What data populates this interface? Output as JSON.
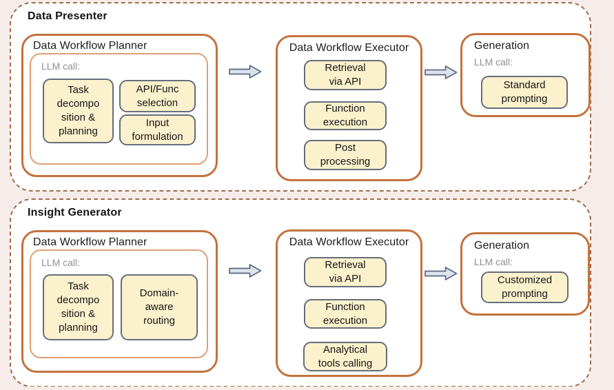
{
  "colors": {
    "page_background": "#f6ece9",
    "panel_background": "#ffffff",
    "dashed_border": "#a46b49",
    "outer_box_border": "#c4713b",
    "inner_box_border": "#dd9f73",
    "chip_background": "#fbf1cc",
    "chip_border": "#656d7a",
    "chip_text": "#161616",
    "arrow_fill": "#dce3ed",
    "arrow_stroke": "#5a6780",
    "muted_label": "#8f8f8f",
    "title_text": "#141414"
  },
  "sections": [
    {
      "title": "Data Presenter",
      "planner": {
        "title": "Data Workflow Planner",
        "llm_call_label": "LLM call:",
        "chip_left": "Task\ndecompo\nsition &\nplanning",
        "chip_right_top": "API/Func\nselection",
        "chip_right_bottom": "Input\nformulation"
      },
      "executor": {
        "title": "Data Workflow Executor",
        "steps": [
          "Retrieval\nvia API",
          "Function\nexecution",
          "Post\nprocessing"
        ]
      },
      "generation": {
        "title": "Generation",
        "llm_call_label": "LLM call:",
        "chip": "Standard\nprompting"
      }
    },
    {
      "title": "Insight Generator",
      "planner": {
        "title": "Data Workflow Planner",
        "llm_call_label": "LLM call:",
        "chip_left": "Task\ndecompo\nsition &\nplanning",
        "chip_right": "Domain-\naware\nrouting"
      },
      "executor": {
        "title": "Data Workflow Executor",
        "steps": [
          "Retrieval\nvia API",
          "Function\nexecution",
          "Analytical\ntools calling"
        ]
      },
      "generation": {
        "title": "Generation",
        "llm_call_label": "LLM call:",
        "chip": "Customized\nprompting"
      }
    }
  ]
}
